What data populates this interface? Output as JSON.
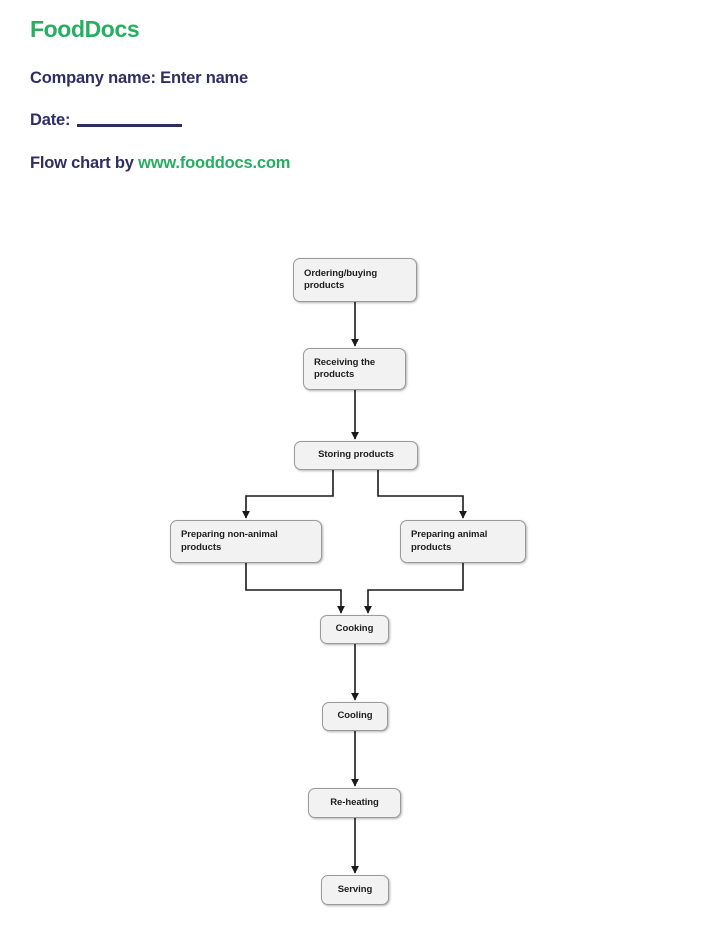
{
  "header": {
    "logo_text": "FoodDocs",
    "logo_color": "#27ae60",
    "company_line": "Company name: Enter name",
    "date_label": "Date:",
    "date_value": "",
    "flowchart_by_label": "Flow chart by",
    "website": "www.fooddocs.com",
    "heading_color": "#2e2e63"
  },
  "chart_data": {
    "type": "flowchart",
    "title": "Flow chart by www.fooddocs.com",
    "node_fill": "#f2f2f2",
    "node_border": "#9a9a9a",
    "connector_color": "#1a1a1a",
    "nodes": [
      {
        "id": "ordering",
        "label": "Ordering/buying products",
        "align": "left"
      },
      {
        "id": "receiving",
        "label": "Receiving the products",
        "align": "left"
      },
      {
        "id": "storing",
        "label": "Storing products",
        "align": "center"
      },
      {
        "id": "prep-non",
        "label": "Preparing non-animal products",
        "align": "left"
      },
      {
        "id": "prep-animal",
        "label": "Preparing animal products",
        "align": "left"
      },
      {
        "id": "cooking",
        "label": "Cooking",
        "align": "center"
      },
      {
        "id": "cooling",
        "label": "Cooling",
        "align": "center"
      },
      {
        "id": "reheating",
        "label": "Re-heating",
        "align": "center"
      },
      {
        "id": "serving",
        "label": "Serving",
        "align": "center"
      }
    ],
    "edges": [
      {
        "from": "ordering",
        "to": "receiving",
        "style": "straight"
      },
      {
        "from": "receiving",
        "to": "storing",
        "style": "straight"
      },
      {
        "from": "storing",
        "to": "prep-non",
        "style": "elbow"
      },
      {
        "from": "storing",
        "to": "prep-animal",
        "style": "elbow"
      },
      {
        "from": "prep-non",
        "to": "cooking",
        "style": "elbow"
      },
      {
        "from": "prep-animal",
        "to": "cooking",
        "style": "elbow"
      },
      {
        "from": "cooking",
        "to": "cooling",
        "style": "straight"
      },
      {
        "from": "cooling",
        "to": "reheating",
        "style": "straight"
      },
      {
        "from": "reheating",
        "to": "serving",
        "style": "straight"
      }
    ]
  }
}
